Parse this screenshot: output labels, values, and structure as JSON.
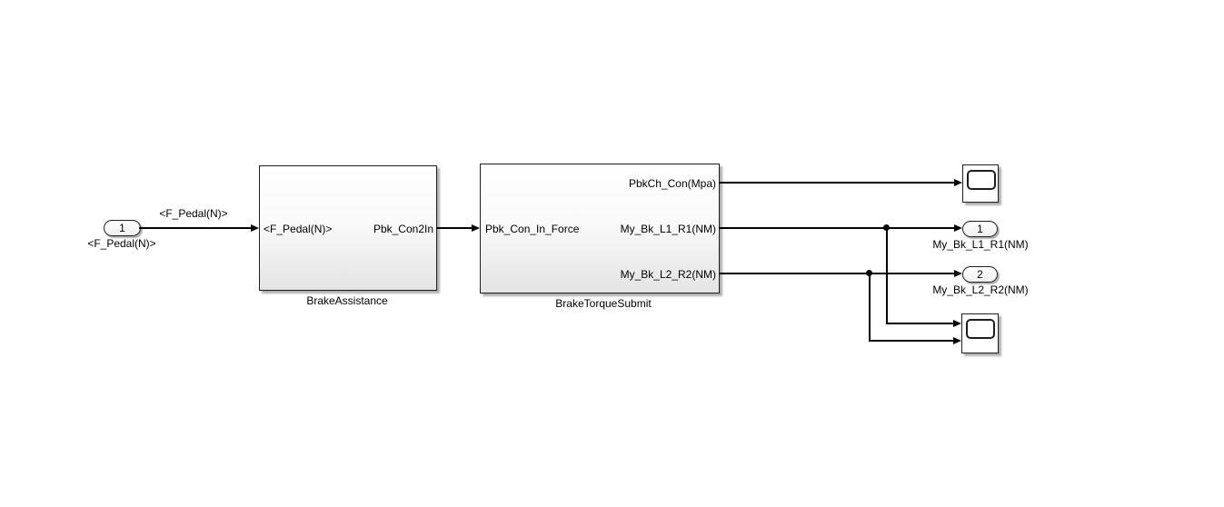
{
  "colors": {
    "background": "#ffffff",
    "block_border": "#1f1f1f",
    "block_fill_top": "#ffffff",
    "block_fill_bottom": "#e4e4e4",
    "wire": "#000000",
    "text": "#000000"
  },
  "inport": {
    "number": "1",
    "label": "<F_Pedal(N)>"
  },
  "signal_label": "<F_Pedal(N)>",
  "blocks": {
    "brake_assistance": {
      "name": "BrakeAssistance",
      "input_port": "<F_Pedal(N)>",
      "output_port": "Pbk_Con2In"
    },
    "brake_torque_submit": {
      "name": "BrakeTorqueSubmit",
      "input_port": "Pbk_Con_In_Force",
      "output_ports": [
        "PbkCh_Con(Mpa)",
        "My_Bk_L1_R1(NM)",
        "My_Bk_L2_R2(NM)"
      ]
    }
  },
  "outports": [
    {
      "number": "1",
      "label": "My_Bk_L1_R1(NM)"
    },
    {
      "number": "2",
      "label": "My_Bk_L2_R2(NM)"
    }
  ],
  "icons": {
    "scope_top": "scope-screen-icon",
    "scope_bottom": "scope-screen-icon"
  }
}
